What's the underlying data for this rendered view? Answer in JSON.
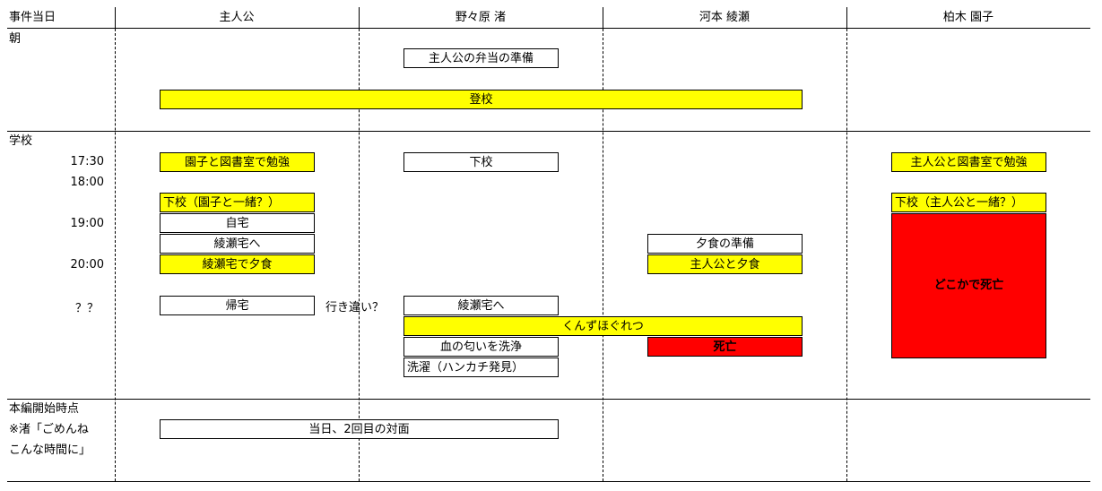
{
  "headers": [
    "事件当日",
    "主人公",
    "野々原 渚",
    "河本 綾瀬",
    "柏木 園子"
  ],
  "sections": {
    "morning": "朝",
    "school": "学校",
    "start": "本編開始時点",
    "note1": "※渚「ごめんね",
    "note2": "こんな時間に」"
  },
  "times": {
    "t1730": "17:30",
    "t1800": "18:00",
    "t1900": "19:00",
    "t2000": "20:00",
    "unknown": "？？"
  },
  "events": {
    "bento": "主人公の弁当の準備",
    "toukou": "登校",
    "mc_study": "園子と図書室で勉強",
    "nagisa_gekou": "下校",
    "sonoko_study": "主人公と図書室で勉強",
    "mc_gekou": "下校（園子と一緒？）",
    "mc_home": "自宅",
    "mc_to_ayase": "綾瀬宅へ",
    "mc_dinner": "綾瀬宅で夕食",
    "sonoko_gekou": "下校（主人公と一緒？）",
    "sonoko_death": "どこかで死亡",
    "ayase_prep": "夕食の準備",
    "ayase_dinner": "主人公と夕食",
    "mc_return": "帰宅",
    "miss": "行き違い？",
    "nagisa_to_ayase": "綾瀬宅へ",
    "struggle": "くんずほぐれつ",
    "wash_blood": "血の匂いを洗浄",
    "ayase_death": "死亡",
    "laundry": "洗濯（ハンカチ発見）",
    "meeting": "当日、2回目の対面"
  },
  "colors": {
    "highlight": "#ffff00",
    "death": "#ff0000"
  }
}
